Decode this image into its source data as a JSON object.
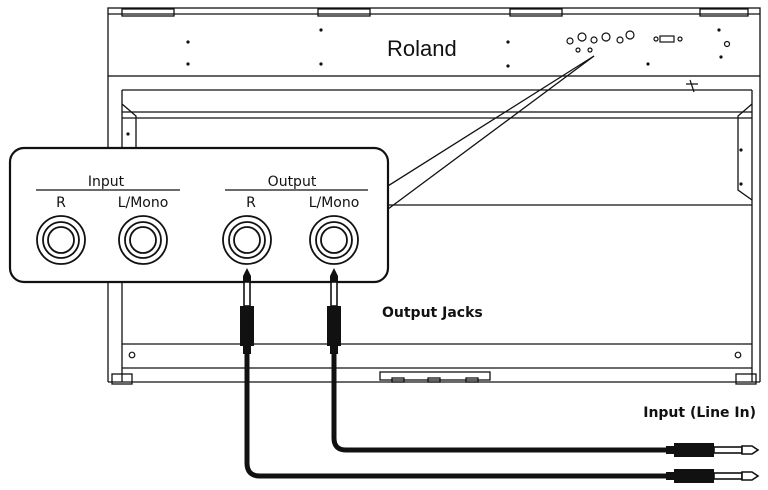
{
  "brand": "Roland",
  "panel": {
    "input_label": "Input",
    "output_label": "Output",
    "jacks": [
      "R",
      "L/Mono",
      "R",
      "L/Mono"
    ]
  },
  "callouts": {
    "output_jacks": "Output Jacks",
    "input_line_in": "Input (Line In)"
  },
  "colors": {
    "stroke": "#111111",
    "cable": "#111111",
    "background": "#ffffff"
  }
}
